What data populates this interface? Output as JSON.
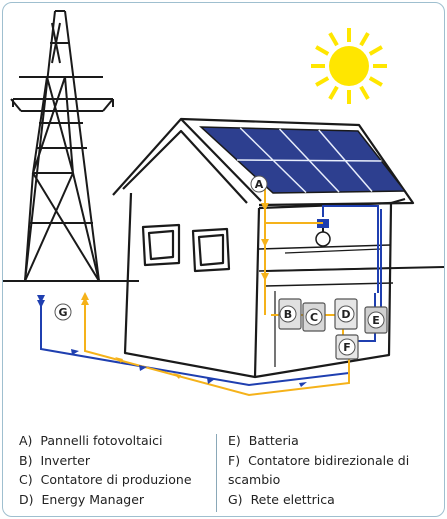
{
  "markers": {
    "a": "A",
    "b": "B",
    "c": "C",
    "d": "D",
    "e": "E",
    "f": "F",
    "g": "G"
  },
  "legend": {
    "left": [
      {
        "letter": "A)",
        "text": "Pannelli fotovoltaici"
      },
      {
        "letter": "B)",
        "text": "Inverter"
      },
      {
        "letter": "C)",
        "text": "Contatore di produzione"
      },
      {
        "letter": "D)",
        "text": "Energy Manager"
      }
    ],
    "right": [
      {
        "letter": "E)",
        "text": "Batteria"
      },
      {
        "letter": "F)",
        "text": "Contatore bidirezionale di scambio"
      },
      {
        "letter": "G)",
        "text": "Rete elettrica"
      }
    ]
  },
  "colors": {
    "production_line": "#f5b21a",
    "grid_line": "#1f3fb0",
    "sun": "#ffe600",
    "panel": "#2d3f8f",
    "outline": "#1a1a1a"
  }
}
